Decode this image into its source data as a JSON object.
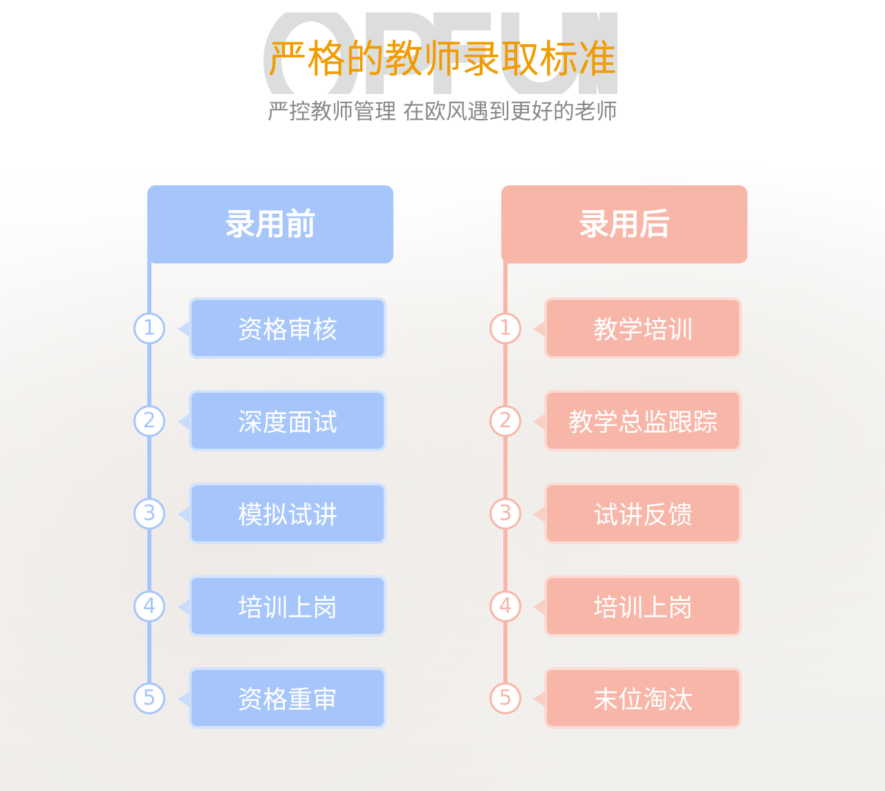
{
  "watermark": "OPFUN",
  "title": "严格的教师录取标准",
  "subtitle": "严控教师管理 在欧风遇到更好的老师",
  "colors": {
    "title": "#f29b00",
    "before": "#a6c6fb",
    "after": "#f7b6a8"
  },
  "before": {
    "header": "录用前",
    "steps": [
      {
        "num": "1",
        "label": "资格审核"
      },
      {
        "num": "2",
        "label": "深度面试"
      },
      {
        "num": "3",
        "label": "模拟试讲"
      },
      {
        "num": "4",
        "label": "培训上岗"
      },
      {
        "num": "5",
        "label": "资格重审"
      }
    ]
  },
  "after": {
    "header": "录用后",
    "steps": [
      {
        "num": "1",
        "label": "教学培训"
      },
      {
        "num": "2",
        "label": "教学总监跟踪"
      },
      {
        "num": "3",
        "label": "试讲反馈"
      },
      {
        "num": "4",
        "label": "培训上岗"
      },
      {
        "num": "5",
        "label": "末位淘汰"
      }
    ]
  }
}
